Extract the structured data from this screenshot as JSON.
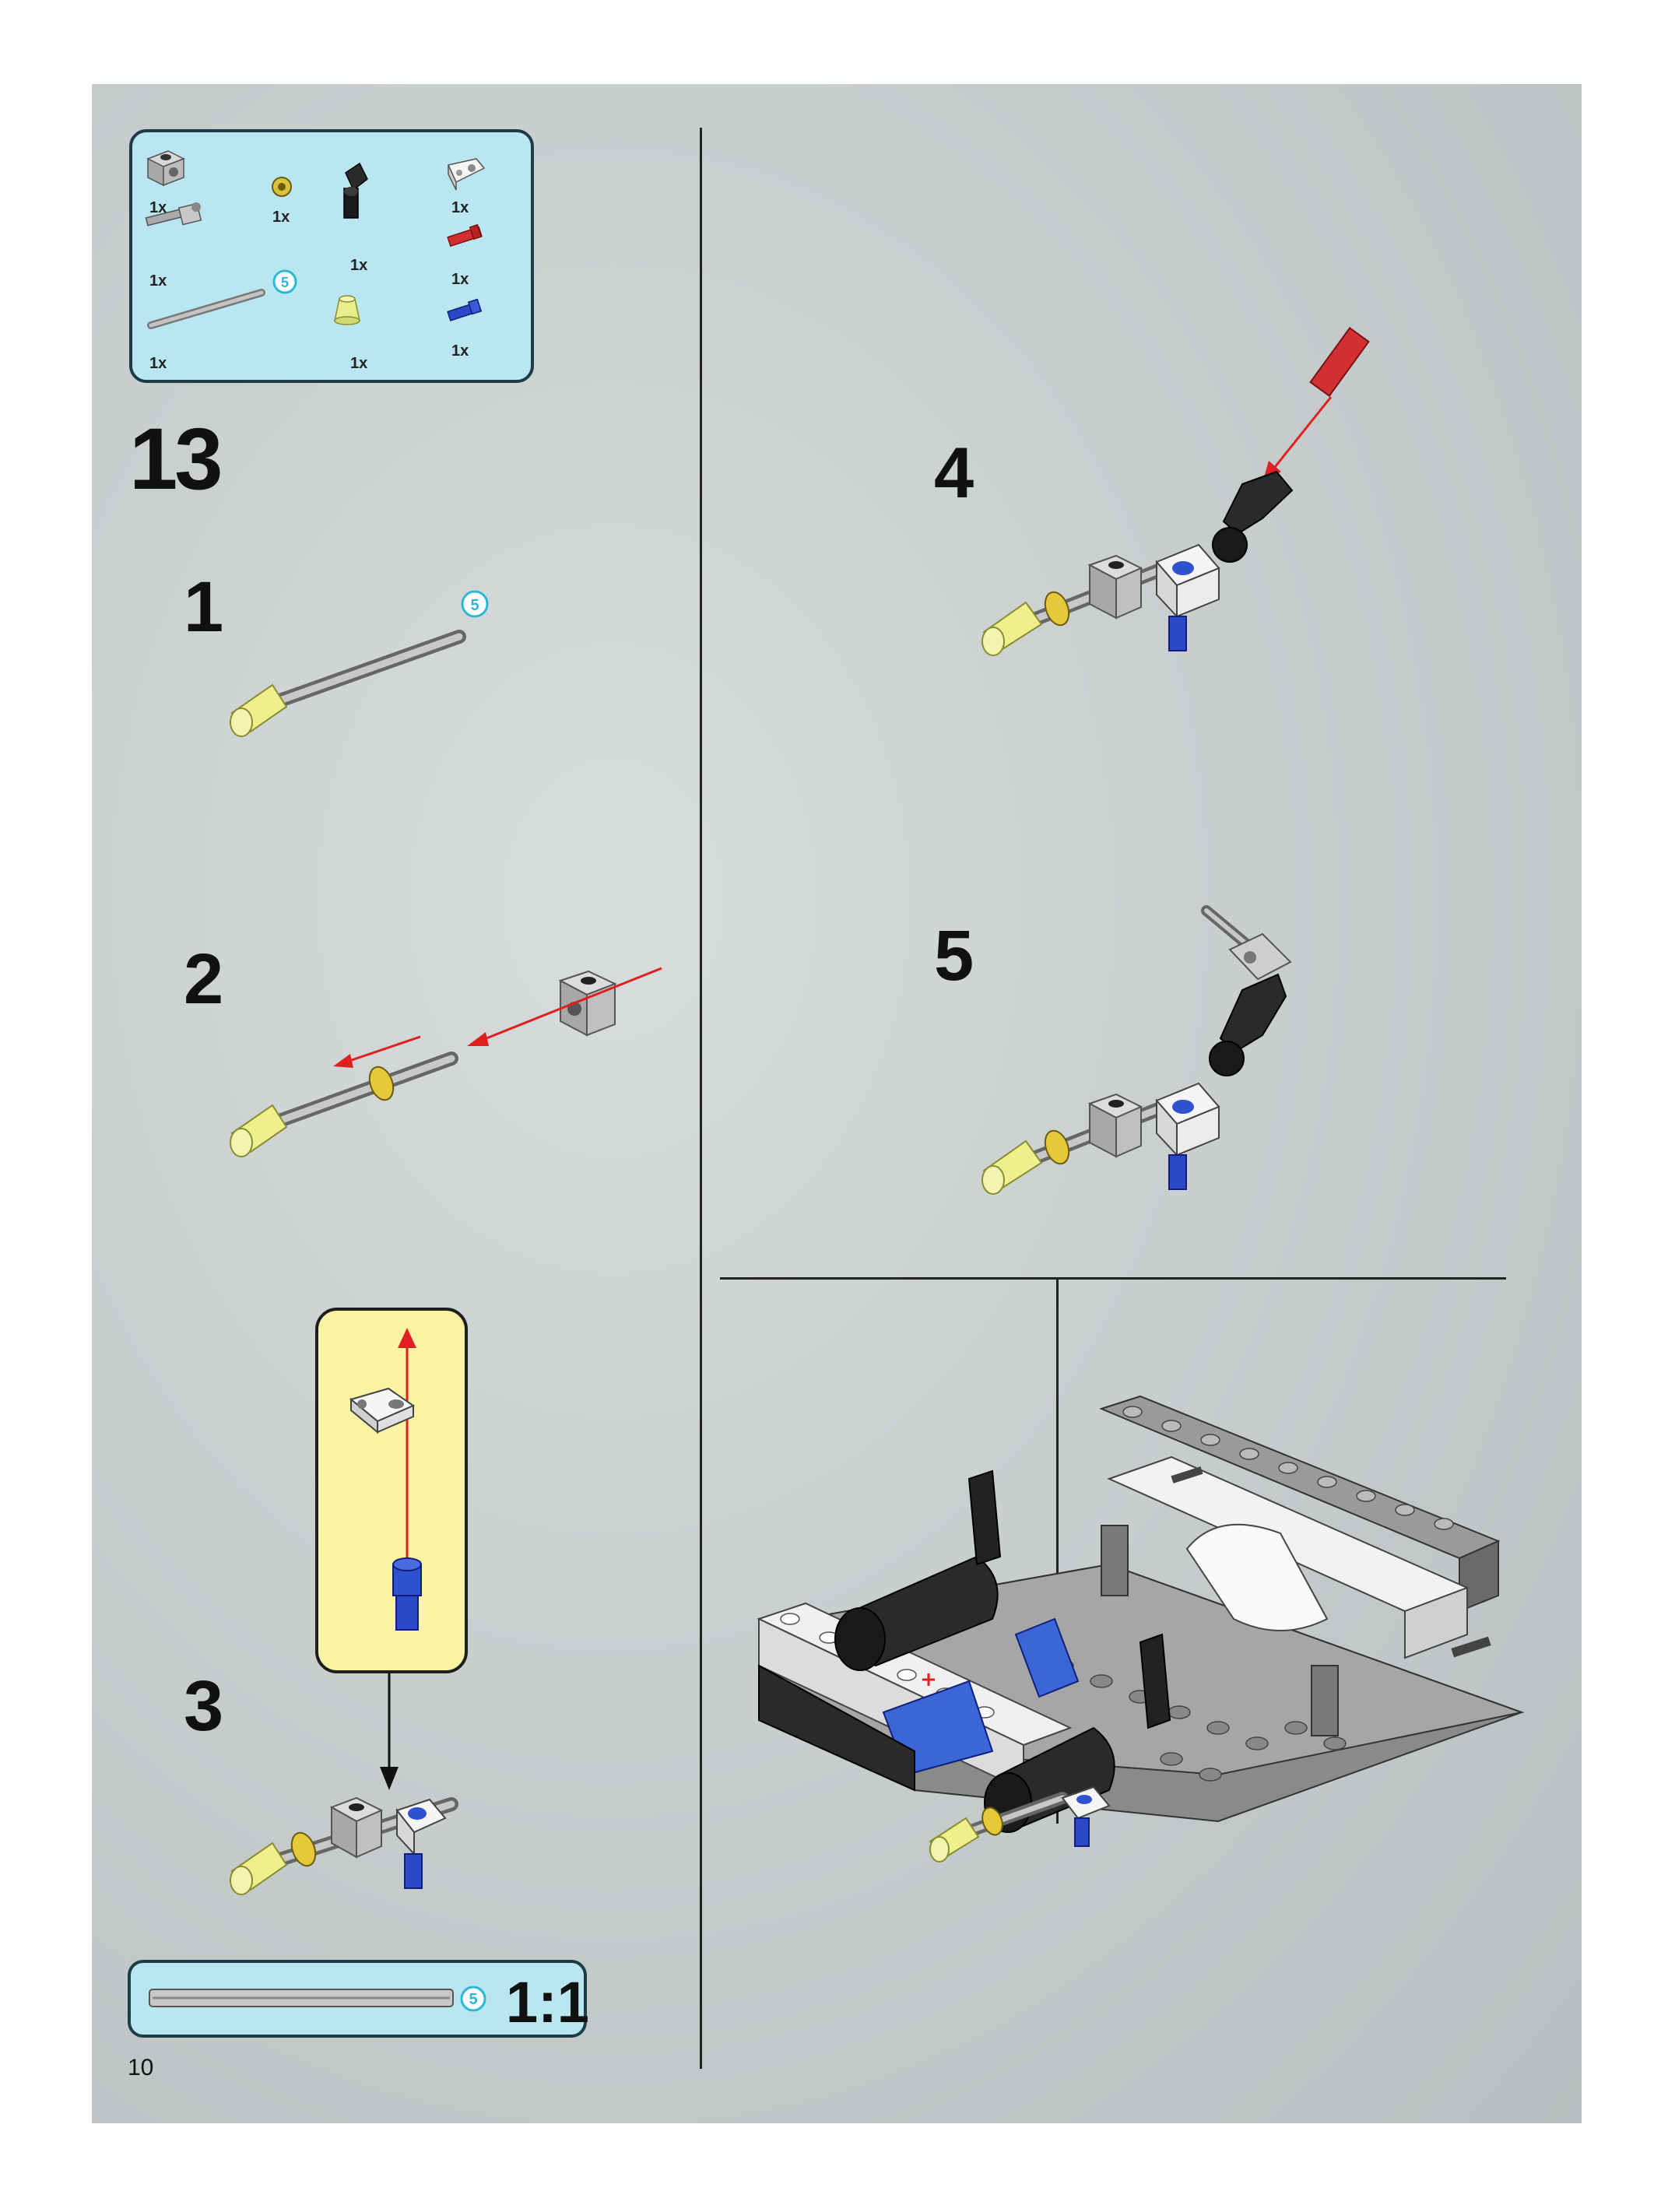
{
  "page": {
    "step_number": "13",
    "page_number": "10"
  },
  "parts_list": {
    "items": [
      {
        "name": "technic-brick-1x1-with-hole",
        "color": "light-gray",
        "qty": "1x"
      },
      {
        "name": "bush-half",
        "color": "yellow",
        "qty": "1x"
      },
      {
        "name": "technic-angle-connector",
        "color": "black",
        "qty": "1x"
      },
      {
        "name": "technic-pin-connector-perpendicular",
        "color": "white",
        "qty": "1x"
      },
      {
        "name": "technic-axle-with-stud",
        "color": "light-gray",
        "qty": "1x"
      },
      {
        "name": "technic-axle-pin",
        "color": "red",
        "qty": "1x"
      },
      {
        "name": "technic-axle-5",
        "color": "light-gray",
        "qty": "1x",
        "length_badge": "5"
      },
      {
        "name": "cone-1x1",
        "color": "trans-yellow",
        "qty": "1x"
      },
      {
        "name": "technic-pin-with-axle",
        "color": "blue",
        "qty": "1x"
      }
    ]
  },
  "substeps": [
    {
      "label": "1",
      "axle_length_badge": "5"
    },
    {
      "label": "2"
    },
    {
      "label": "3"
    },
    {
      "label": "4"
    },
    {
      "label": "5"
    }
  ],
  "scale_reference": {
    "length_badge": "5",
    "scale_label": "1:1"
  },
  "colors": {
    "parts_box_bg": "#b9e6f0",
    "callout_bg": "#fbf3a4",
    "arrow_red": "#e02020",
    "arrow_black": "#111111",
    "badge_cyan": "#29b9d6"
  }
}
